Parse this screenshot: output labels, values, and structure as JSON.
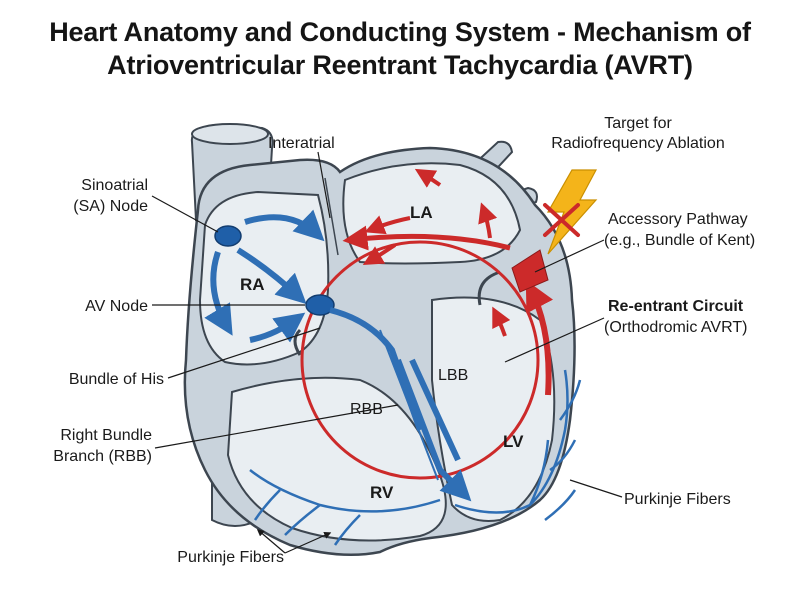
{
  "title": {
    "line1": "Heart Anatomy and Conducting System - Mechanism of",
    "line2": "Atrioventricular Reentrant Tachycardia (AVRT)"
  },
  "labels": {
    "interatrial": "Interatrial",
    "target_line1": "Target for",
    "target_line2": "Radiofrequency Ablation",
    "sa_line1": "Sinoatrial",
    "sa_line2": "(SA) Node",
    "accessory_line1": "Accessory Pathway",
    "accessory_line2": "(e.g., Bundle of Kent)",
    "av_node": "AV Node",
    "reentrant_line1": "Re-entrant Circuit",
    "reentrant_line2": "(Orthodromic AVRT)",
    "bundle_his": "Bundle of His",
    "rbb_line1": "Right Bundle",
    "rbb_line2": "Branch (RBB)",
    "purkinje_right": "Purkinje Fibers",
    "purkinje_bottom": "Purkinje Fibers"
  },
  "chambers": {
    "ra": "RA",
    "la": "LA",
    "rv": "RV",
    "lv": "LV",
    "lbb": "LBB",
    "rbb": "RBB"
  },
  "colors": {
    "heart_fill": "#c9d3dc",
    "heart_outline": "#3d4650",
    "chamber_fill": "#e9eef2",
    "conduction_blue": "#2f6fb5",
    "node_blue": "#1f5fa8",
    "circuit_red": "#cc2a2a",
    "ablation_yellow": "#f4b41a"
  }
}
